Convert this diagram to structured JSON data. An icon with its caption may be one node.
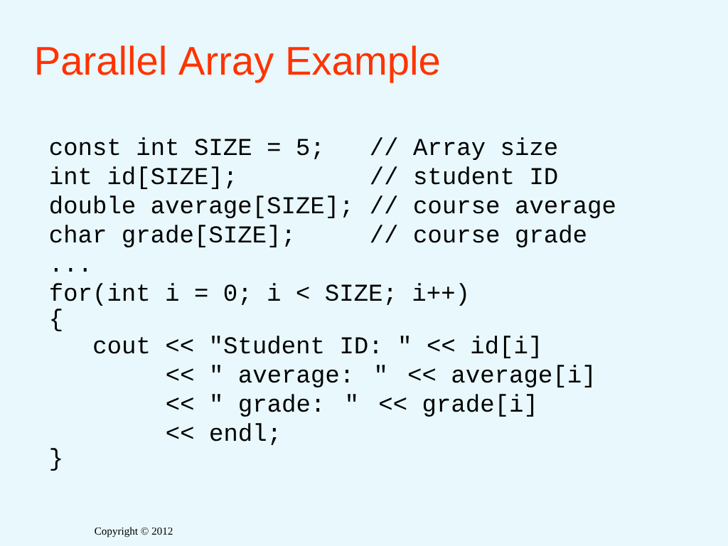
{
  "diagram": {
    "title": "Parallel Array Example",
    "labels": [
      "const int SIZE = 5;",
      "// Array size",
      "int id[SIZE];",
      "// student ID",
      "double average[SIZE];",
      "// course average",
      "char grade[SIZE];",
      "// course grade",
      "...",
      "for(int i = 0; i < SIZE; i++)",
      "{",
      "cout << \"Student ID: \" << id[i]",
      "<< \" average: \" << average[i]",
      "<< \" grade: \" << grade[i]",
      "<< endl;",
      "}",
      "Copyright © 2012"
    ]
  }
}
